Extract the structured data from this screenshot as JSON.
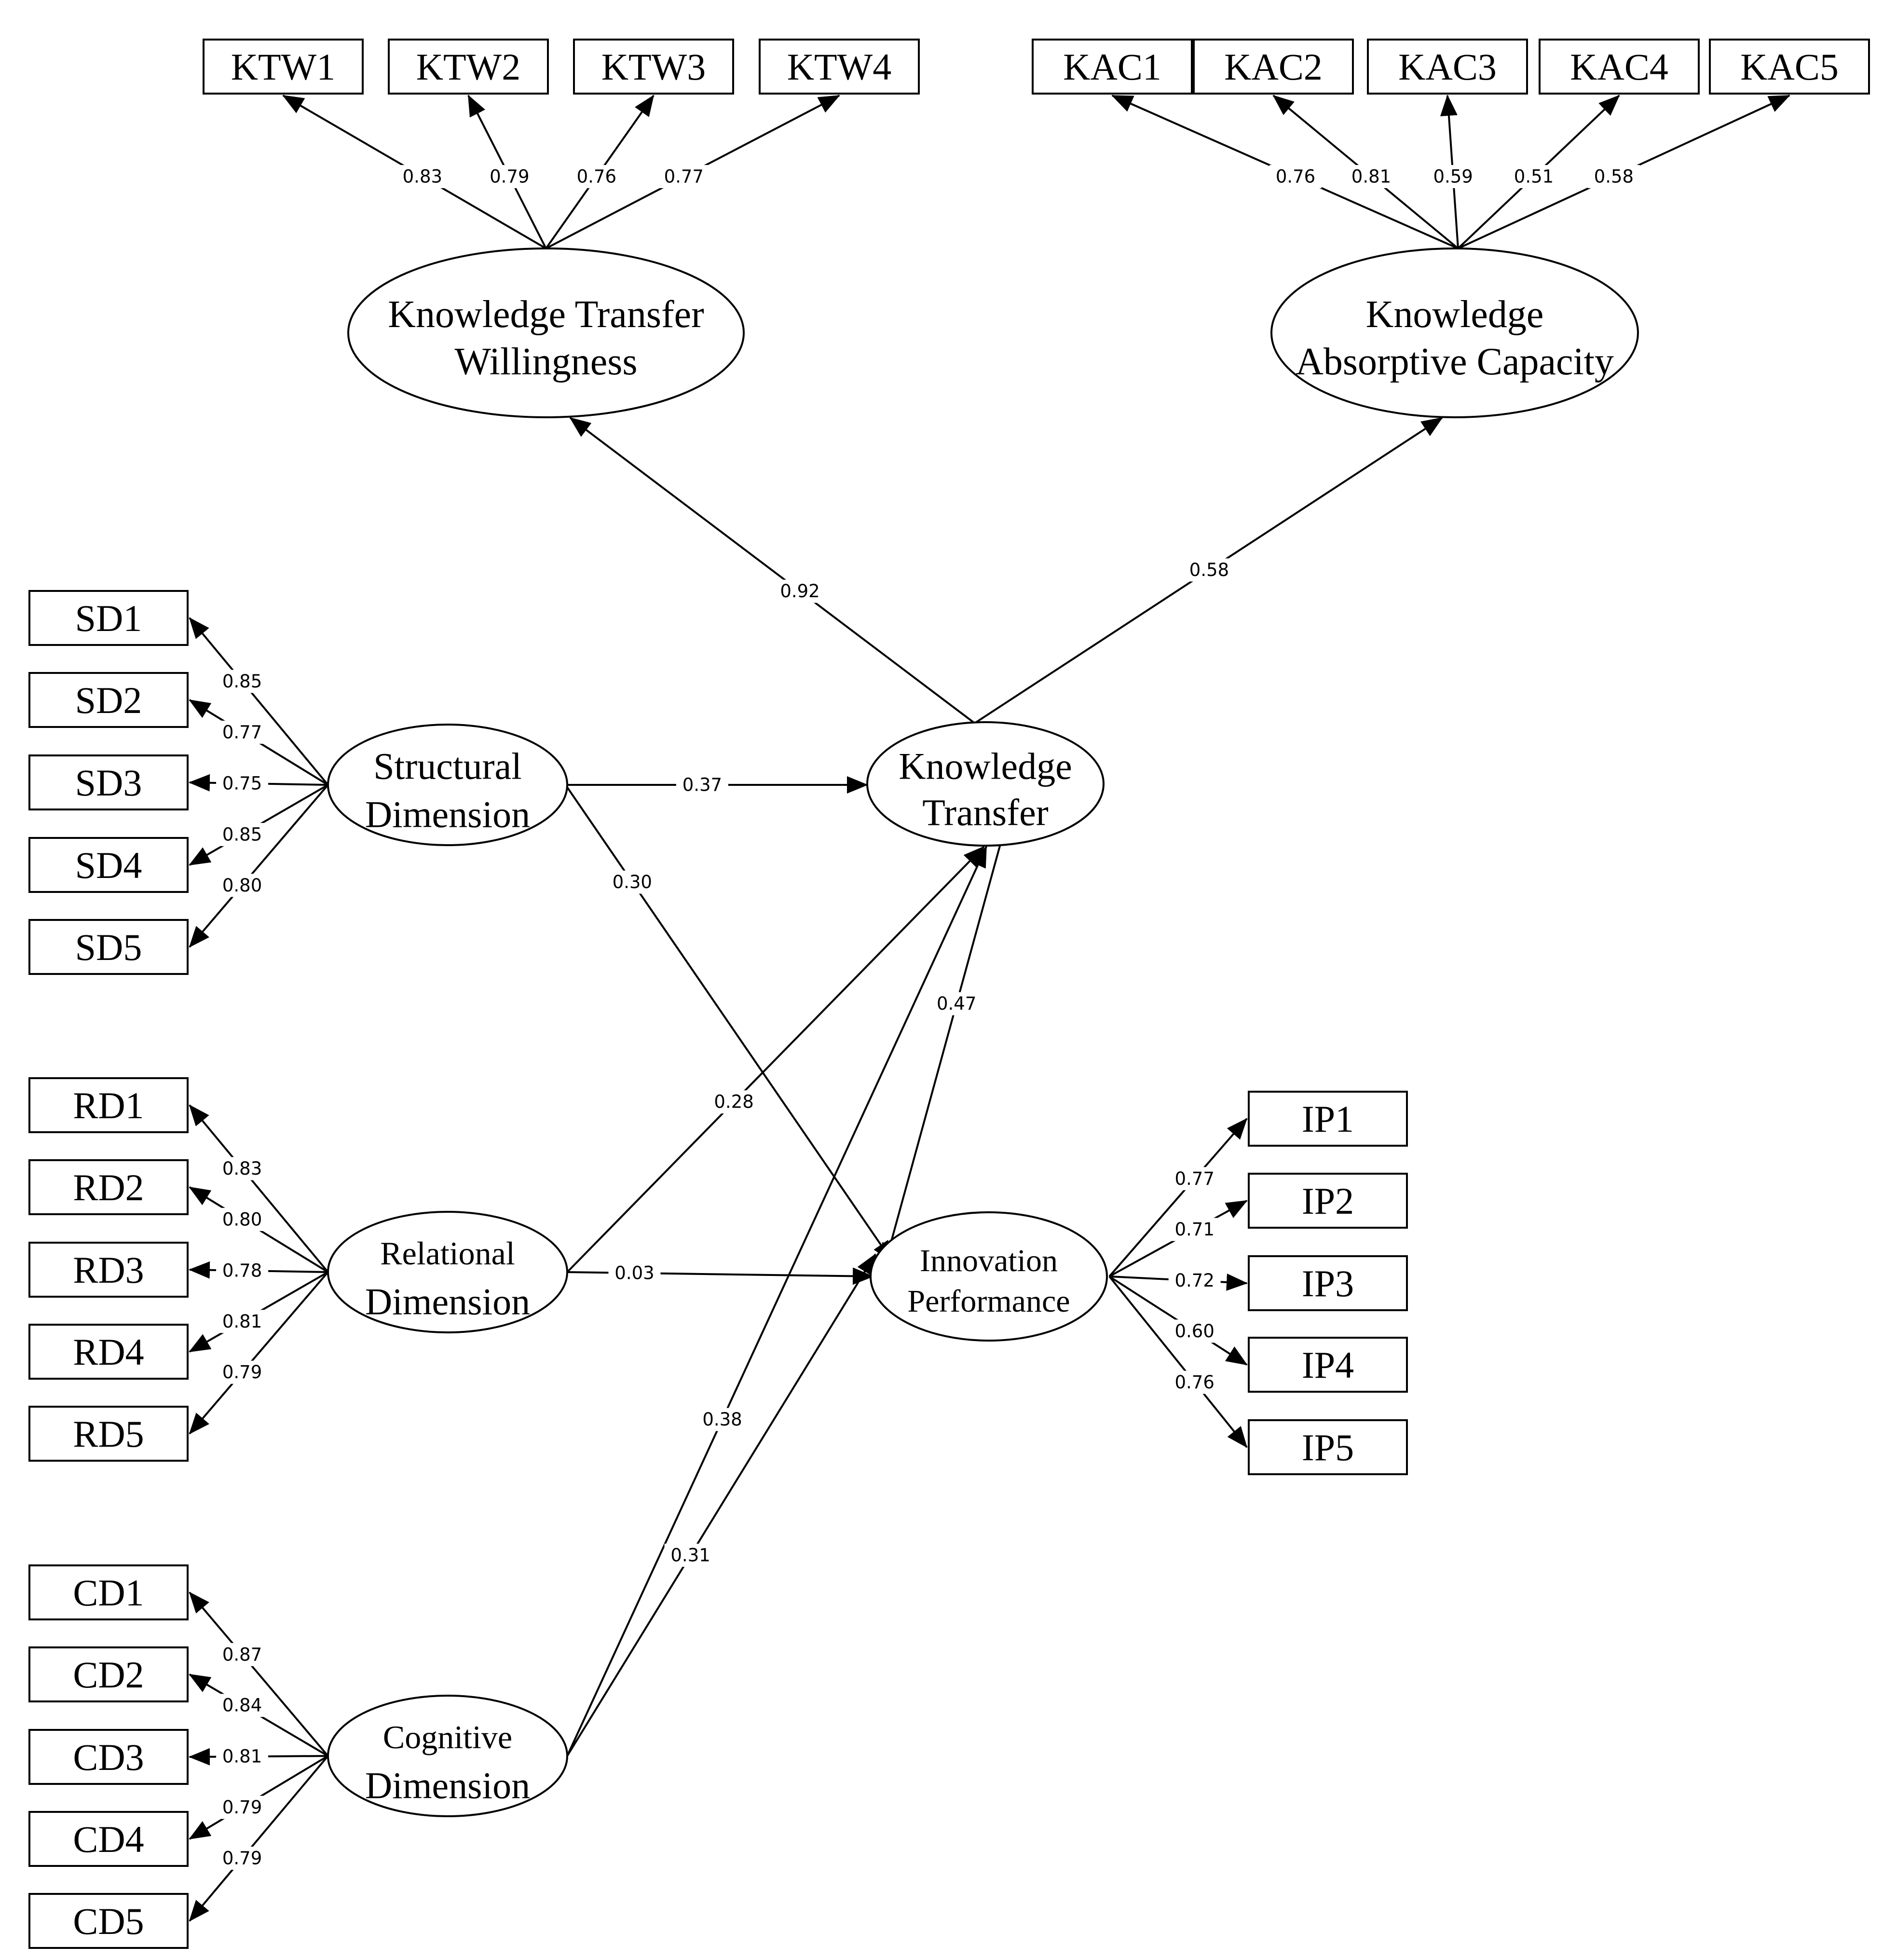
{
  "latents": [
    {
      "id": "KTW",
      "lines": [
        "Knowledge Transfer",
        "Willingness"
      ]
    },
    {
      "id": "KAC",
      "lines": [
        "Knowledge",
        "Absorptive Capacity"
      ]
    },
    {
      "id": "SD",
      "lines": [
        "Structural",
        "Dimension"
      ]
    },
    {
      "id": "KT",
      "lines": [
        "Knowledge",
        "Transfer"
      ]
    },
    {
      "id": "RD",
      "lines": [
        "Relational",
        "Dimension"
      ]
    },
    {
      "id": "IP",
      "lines": [
        "Innovation",
        "Performance"
      ]
    },
    {
      "id": "CD",
      "lines": [
        "Cognitive",
        "Dimension"
      ]
    }
  ],
  "indicators": {
    "KTW": {
      "labels": [
        "KTW1",
        "KTW2",
        "KTW3",
        "KTW4"
      ],
      "loadings": [
        "0.83",
        "0.79",
        "0.76",
        "0.77"
      ]
    },
    "KAC": {
      "labels": [
        "KAC1",
        "KAC2",
        "KAC3",
        "KAC4",
        "KAC5"
      ],
      "loadings": [
        "0.76",
        "0.81",
        "0.59",
        "0.51",
        "0.58"
      ]
    },
    "SD": {
      "labels": [
        "SD1",
        "SD2",
        "SD3",
        "SD4",
        "SD5"
      ],
      "loadings": [
        "0.85",
        "0.77",
        "0.75",
        "0.85",
        "0.80"
      ]
    },
    "RD": {
      "labels": [
        "RD1",
        "RD2",
        "RD3",
        "RD4",
        "RD5"
      ],
      "loadings": [
        "0.83",
        "0.80",
        "0.78",
        "0.81",
        "0.79"
      ]
    },
    "CD": {
      "labels": [
        "CD1",
        "CD2",
        "CD3",
        "CD4",
        "CD5"
      ],
      "loadings": [
        "0.87",
        "0.84",
        "0.81",
        "0.79",
        "0.79"
      ]
    },
    "IP": {
      "labels": [
        "IP1",
        "IP2",
        "IP3",
        "IP4",
        "IP5"
      ],
      "loadings": [
        "0.77",
        "0.71",
        "0.72",
        "0.60",
        "0.76"
      ]
    }
  },
  "paths": [
    {
      "from": "KT",
      "to": "KTW",
      "coef": "0.92"
    },
    {
      "from": "KT",
      "to": "KAC",
      "coef": "0.58"
    },
    {
      "from": "SD",
      "to": "KT",
      "coef": "0.37"
    },
    {
      "from": "SD",
      "to": "IP",
      "coef": "0.30"
    },
    {
      "from": "KT",
      "to": "IP",
      "coef": "0.47"
    },
    {
      "from": "RD",
      "to": "KT",
      "coef": "0.28"
    },
    {
      "from": "RD",
      "to": "IP",
      "coef": "0.03"
    },
    {
      "from": "CD",
      "to": "KT",
      "coef": "0.38"
    },
    {
      "from": "CD",
      "to": "IP",
      "coef": "0.31"
    }
  ]
}
